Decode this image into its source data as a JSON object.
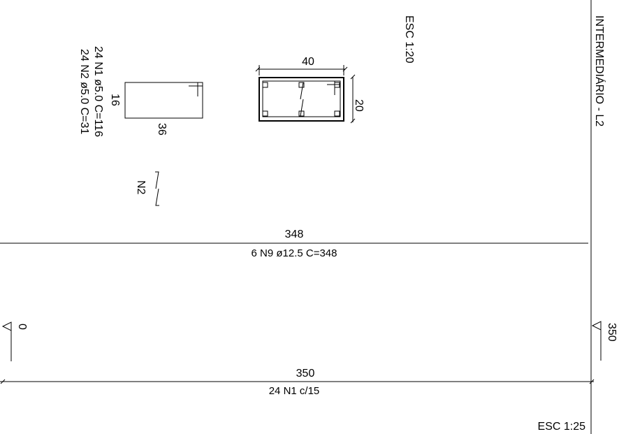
{
  "title_block": {
    "element_name": "INTERMEDIÁRIO - L2"
  },
  "section_detail": {
    "scale_label": "ESC 1:20",
    "width_dim": "40",
    "height_dim": "20"
  },
  "stirrup_detail": {
    "n1_callout": "24 N1 ø5.0  C=116",
    "n2_callout": "24 N2 ø5.0  C=31",
    "height_dim": "16",
    "width_dim": "36",
    "n2_label": "N2"
  },
  "beam_elevation": {
    "top_bar_length": "348",
    "top_bar_callout": "6 N9 ø12.5  C=348",
    "left_support_mark": "0",
    "right_support_mark": "350",
    "span_dim": "350",
    "stirrup_spacing": "24 N1 c/15",
    "scale_label": "ESC 1:25"
  }
}
